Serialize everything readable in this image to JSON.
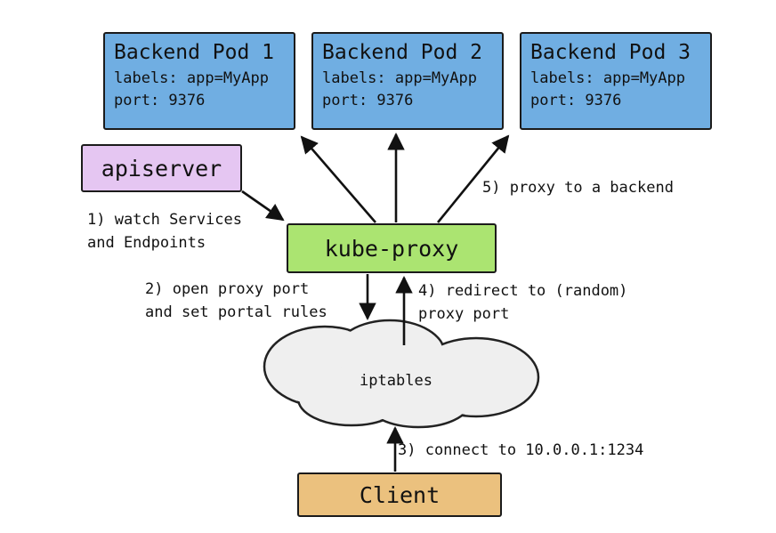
{
  "colors": {
    "pod_fill": "#70AEE2",
    "apiserver_fill": "#E5C6F2",
    "kube_proxy_fill": "#ABE471",
    "client_fill": "#EBC17E",
    "cloud_fill": "#EFEFEF",
    "line": "#111111"
  },
  "pods": [
    {
      "title": "Backend Pod 1",
      "labels": "labels: app=MyApp",
      "port": "port: 9376"
    },
    {
      "title": "Backend Pod 2",
      "labels": "labels: app=MyApp",
      "port": "port: 9376"
    },
    {
      "title": "Backend Pod 3",
      "labels": "labels: app=MyApp",
      "port": "port: 9376"
    }
  ],
  "nodes": {
    "apiserver": "apiserver",
    "kube_proxy": "kube-proxy",
    "iptables": "iptables",
    "client": "Client"
  },
  "annotations": {
    "step1": "1) watch Services\nand Endpoints",
    "step2": "2) open proxy port\nand set portal rules",
    "step3": "3) connect to 10.0.0.1:1234",
    "step4": "4) redirect to (random)\nproxy port",
    "step5": "5) proxy to a backend"
  }
}
